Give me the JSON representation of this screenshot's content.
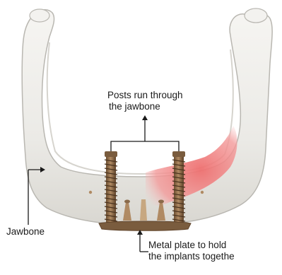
{
  "labels": {
    "posts": [
      "Posts run through",
      "the jawbone"
    ],
    "jawbone": "Jawbone",
    "plate": [
      "Metal plate to hold",
      "the implants togethe"
    ]
  },
  "colors": {
    "bone_fill": "#ecebe7",
    "bone_stroke": "#b9b7b1",
    "bone_shadow": "#d6d4ce",
    "gum_pink": "#f08c8c",
    "implant_metal": "#8a6a4a",
    "plate_metal": "#7a5c3e",
    "pointer_line": "#1a1a1a"
  }
}
